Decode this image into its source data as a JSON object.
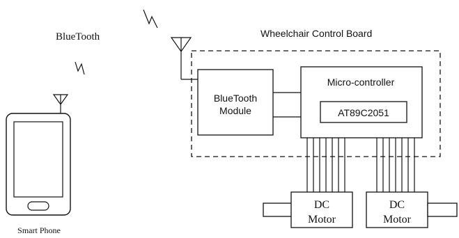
{
  "labels": {
    "bluetooth_title": "BlueTooth",
    "board_title": "Wheelchair Control Board",
    "bt_module_line1": "BlueTooth",
    "bt_module_line2": "Module",
    "microcontroller": "Micro-controller",
    "chip": "AT89C2051",
    "motor_left_line1": "DC",
    "motor_left_line2": "Motor",
    "motor_right_line1": "DC",
    "motor_right_line2": "Motor",
    "phone": "Smart Phone"
  },
  "colors": {
    "stroke": "#111111",
    "background": "#ffffff"
  },
  "icons": {
    "phone": "smartphone-icon",
    "antenna": "antenna-icon",
    "signal": "lightning-signal-icon"
  }
}
